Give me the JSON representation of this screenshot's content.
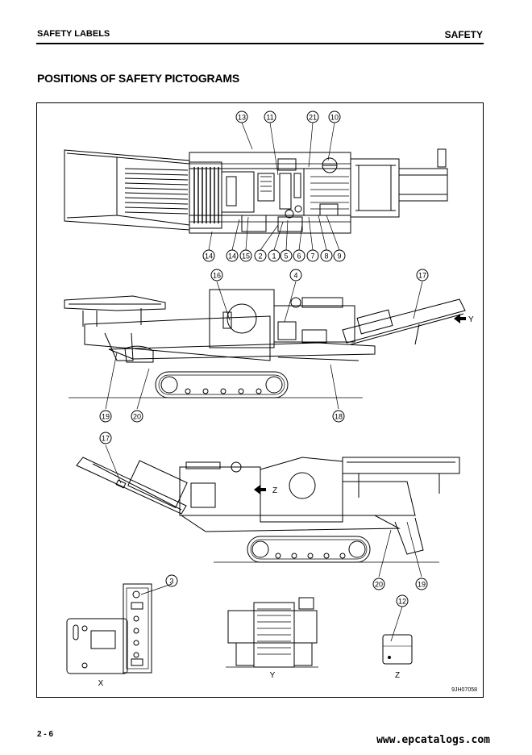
{
  "header": {
    "section": "SAFETY LABELS",
    "chapter": "SAFETY"
  },
  "page_title": "POSITIONS OF SAFETY PICTOGRAMS",
  "figure": {
    "callouts": {
      "top": [
        "13",
        "11",
        "21",
        "10",
        "14",
        "14",
        "15",
        "2",
        "1",
        "5",
        "6",
        "7",
        "8",
        "9"
      ],
      "side1": [
        "16",
        "4",
        "17",
        "19",
        "20",
        "18"
      ],
      "side2": [
        "17",
        "20",
        "19"
      ],
      "detail_x": "3",
      "detail_z": "12"
    },
    "view_labels": {
      "y_arrow": "Y",
      "z_arrow": "Z",
      "x": "X",
      "y": "Y",
      "z": "Z"
    },
    "drawing_code": "9JH07058"
  },
  "footer": {
    "page_number": "2 - 6",
    "watermark": "www.epcatalogs.com"
  }
}
